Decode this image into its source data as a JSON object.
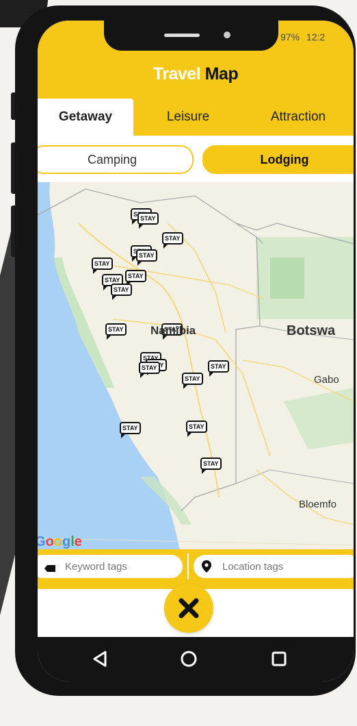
{
  "status": {
    "battery": "97%",
    "time": "12:2"
  },
  "header": {
    "title_part1": "Travel",
    "title_part2": "Map"
  },
  "tabs": [
    {
      "label": "Getaway",
      "active": true
    },
    {
      "label": "Leisure",
      "active": false
    },
    {
      "label": "Attraction",
      "active": false
    }
  ],
  "filters": {
    "camping": "Camping",
    "lodging": "Lodging",
    "selected": "Lodging"
  },
  "map": {
    "labels": {
      "namibia": "Namibia",
      "botswana": "Botswa",
      "gaborone": "Gabo",
      "bloemfontein": "Bloemfo"
    },
    "marker_label": "STAY",
    "google_brand": [
      "G",
      "o",
      "o",
      "g",
      "l",
      "e"
    ]
  },
  "search": {
    "keyword_placeholder": "Keyword tags",
    "location_placeholder": "Location tags"
  },
  "icons": {
    "keyword": "tag-icon",
    "location": "location-pin-icon",
    "close": "close-icon",
    "back": "back-triangle-icon",
    "home": "home-circle-icon",
    "recents": "recents-square-icon"
  },
  "colors": {
    "accent": "#f5c817",
    "water": "#a9d0f5",
    "land": "#f3f1e6",
    "green": "#c9e5c2"
  }
}
